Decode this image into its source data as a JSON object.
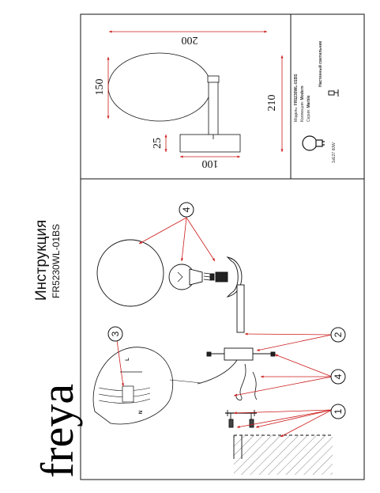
{
  "brand": "freya",
  "title": "Инструкция",
  "model": "FR5230WL-01BS",
  "spec_table": {
    "rows": [
      {
        "key": "Модель:",
        "value": "FR5230WL-01BS"
      },
      {
        "key": "Коллекция:",
        "value": "Modern"
      },
      {
        "key": "Серия:",
        "value": "Marble"
      },
      {
        "key": "",
        "value": "Настенный светильник"
      }
    ]
  },
  "bulb": {
    "spec": "1xE27 60W",
    "icon": "bulb-icon"
  },
  "dimensions": {
    "width": "200",
    "globe_height": "150",
    "base_height": "25",
    "total_height": "210",
    "base_width": "100"
  },
  "callouts": [
    "1",
    "2",
    "3",
    "4",
    "4"
  ],
  "wiring": {
    "l_label": "L",
    "n_label": "N"
  },
  "colors": {
    "line": "#111111",
    "callout_line": "#cc1a1a"
  }
}
